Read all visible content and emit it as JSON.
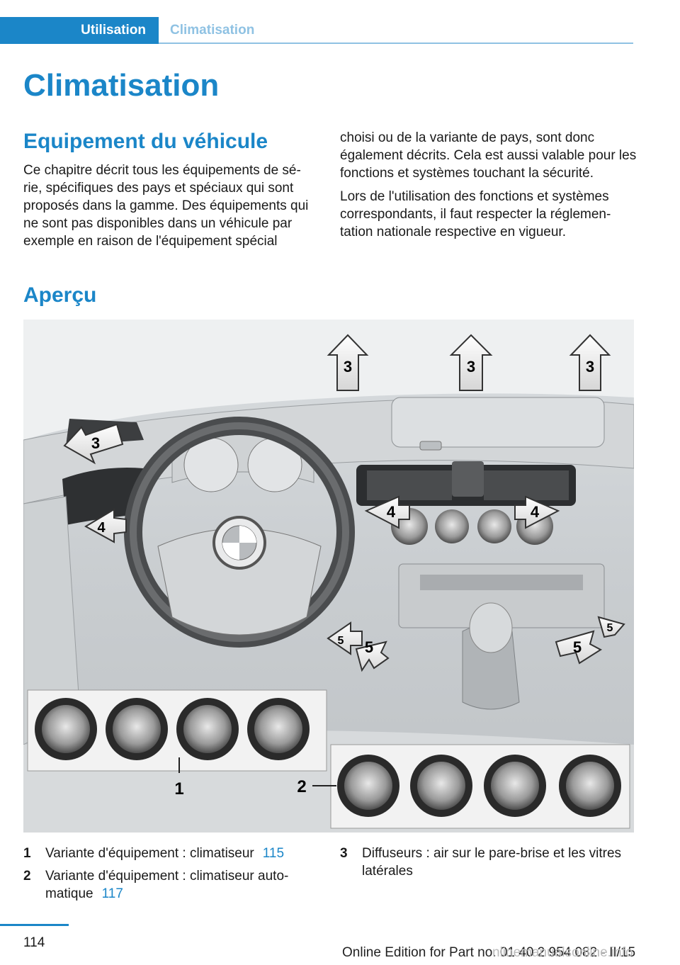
{
  "header": {
    "active_tab": "Utilisation",
    "section_tab": "Climatisation"
  },
  "title": "Climatisation",
  "equipment": {
    "heading": "Equipement du véhicule",
    "left_text": "Ce chapitre décrit tous les équipements de sé‐ rie, spécifiques des pays et spéciaux qui sont proposés dans la gamme. Des équipements qui ne sont pas disponibles dans un véhicule par exemple en raison de l'équipement spécial",
    "right_text_1": "choisi ou de la variante de pays, sont donc également décrits. Cela est aussi valable pour les fonctions et systèmes touchant la sécurité.",
    "right_text_2": "Lors de l'utilisation des fonctions et systèmes correspondants, il faut respecter la réglemen‐ tation nationale respective en vigueur."
  },
  "overview": {
    "heading": "Aperçu",
    "figure_labels": {
      "arrow_3": "3",
      "arrow_4": "4",
      "arrow_5": "5",
      "callout_1": "1",
      "callout_2": "2"
    },
    "legend": [
      {
        "num": "1",
        "text": "Variante d'équipement : climatiseur",
        "ref": "115"
      },
      {
        "num": "2",
        "text": "Variante d'équipement : climatiseur auto‐ matique",
        "ref": "117"
      },
      {
        "num": "3",
        "text": "Diffuseurs : air sur le pare-brise et les vitres latérales",
        "ref": ""
      }
    ]
  },
  "footer": {
    "page_number": "114",
    "edition": "Online Edition for Part no. 01 40 2 954 082 - II/15",
    "watermark": "nlinemanualsonline.info"
  }
}
